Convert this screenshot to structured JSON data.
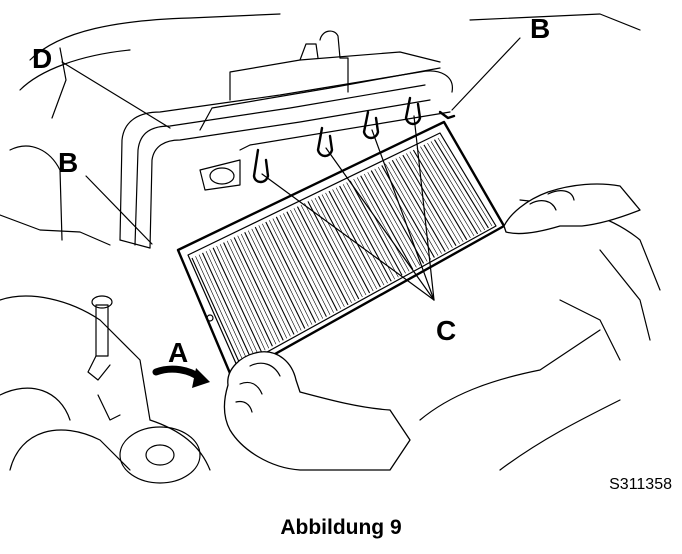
{
  "callouts": {
    "a": "A",
    "b_left": "B",
    "b_right": "B",
    "c": "C",
    "d": "D"
  },
  "figure_code": "S311358",
  "caption": "Abbildung 9"
}
